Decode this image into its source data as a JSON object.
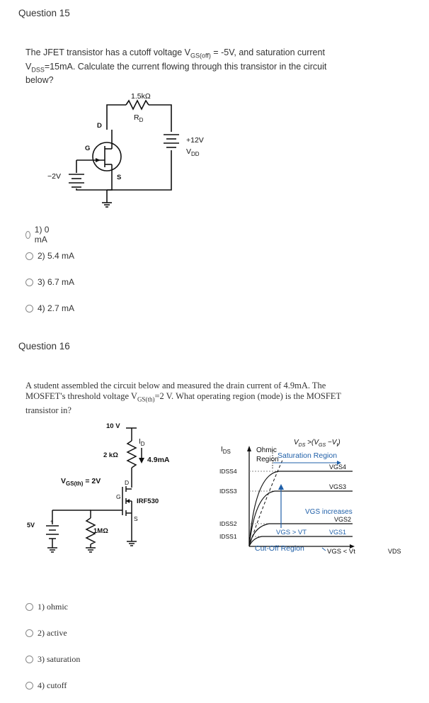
{
  "q15": {
    "title": "Question 15",
    "text_line1_a": "The JFET transistor has a cutoff voltage V",
    "text_line1_sub": "GS(off)",
    "text_line1_b": " = -5V, and saturation current",
    "text_line2_a": "V",
    "text_line2_sub": "DSS",
    "text_line2_b": "=15mA. Calculate the current flowing through this transistor in the circuit",
    "text_line3": "below?",
    "circuit": {
      "resistor_value": "1.5kΩ",
      "resistor_name": "R",
      "resistor_sub": "D",
      "supply_value": "+12V",
      "supply_name": "V",
      "supply_sub": "DD",
      "gate_voltage": "−2V",
      "pin_d": "D",
      "pin_g": "G",
      "pin_s": "S"
    },
    "options": [
      {
        "label": "1) 0 mA"
      },
      {
        "label": "2) 5.4 mA"
      },
      {
        "label": "3) 6.7 mA"
      },
      {
        "label": "4) 2.7 mA"
      }
    ]
  },
  "q16": {
    "title": "Question 16",
    "text_line1": "A student assembled the circuit below and measured the drain current of 4.9mA. The",
    "text_line2_a": "MOSFET's threshold voltage V",
    "text_line2_sub": "GS(th)",
    "text_line2_b": "=2 V. What operating region (mode) is the MOSFET",
    "text_line3": "transistor in?",
    "circuit": {
      "supply": "10 V",
      "resistor": "2 kΩ",
      "current_name": "I",
      "current_sub": "D",
      "current_value": "4.9mA",
      "vgs_name": "V",
      "vgs_sub": "GS(th)",
      "vgs_value": " = 2V",
      "source_voltage": "5V",
      "gate_resistor": "1MΩ",
      "part": "IRF530",
      "pin_d": "D",
      "pin_g": "G",
      "pin_s": "S"
    },
    "graph": {
      "y_axis_name": "I",
      "y_axis_sub": "DS",
      "ohmic_label": "Ohmic",
      "region_label": "Region",
      "condition": "V",
      "condition_sub": "DS",
      "condition_rest": " >(V",
      "condition_sub2": "GS",
      "condition_rest2": " −V",
      "condition_sub3": "t",
      "condition_end": ")",
      "saturation_label": "Saturation Region",
      "idss_labels": [
        "IDSS4",
        "IDSS3",
        "IDSS2",
        "IDSS1"
      ],
      "vgs_labels": [
        "VGS4",
        "VGS3",
        "VGS2",
        "VGS1"
      ],
      "vgs_increases": "VGS increases",
      "vgs_gt_vt": "VGS > VT",
      "vgs_lt_vt": "VGS < Vt",
      "x_axis": "VDS",
      "cutoff_label": "Cut-Off Region"
    },
    "options": [
      {
        "label": "1) ohmic"
      },
      {
        "label": "2) active"
      },
      {
        "label": "3) saturation"
      },
      {
        "label": "4) cutoff"
      }
    ]
  }
}
